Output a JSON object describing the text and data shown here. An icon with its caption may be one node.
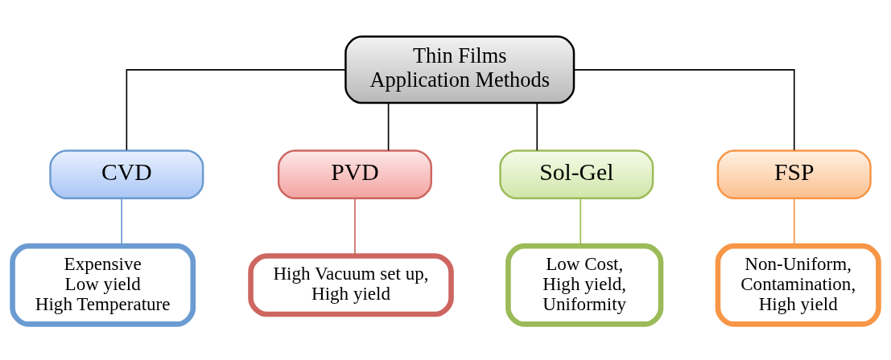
{
  "diagram": {
    "nodes": [
      {
        "text": [
          "Thin Films",
          "Application Methods"
        ]
      },
      {
        "text": [
          "CVD"
        ]
      },
      {
        "text": [
          "PVD"
        ]
      },
      {
        "text": [
          "Sol-Gel"
        ]
      },
      {
        "text": [
          "FSP"
        ]
      },
      {
        "text": [
          "Expensive",
          "Low yield",
          "High Temperature"
        ]
      },
      {
        "text": [
          "High Vacuum set up,",
          "High yield"
        ]
      },
      {
        "text": [
          "Low Cost,",
          "High yield,",
          "Uniformity"
        ]
      },
      {
        "text": [
          "Non-Uniform,",
          "Contamination,",
          "High yield"
        ]
      }
    ],
    "edges": [
      {
        "from": 0,
        "to": 1,
        "arrow": "none"
      },
      {
        "from": 0,
        "to": 2,
        "arrow": "none"
      },
      {
        "from": 0,
        "to": 3,
        "arrow": "none"
      },
      {
        "from": 0,
        "to": 4,
        "arrow": "none"
      },
      {
        "from": 1,
        "to": 5,
        "arrow": "none",
        "color": "#6b9bd1"
      },
      {
        "from": 2,
        "to": 6,
        "arrow": "none",
        "color": "#cd6660"
      },
      {
        "from": 3,
        "to": 7,
        "arrow": "none",
        "color": "#9bbb59"
      },
      {
        "from": 4,
        "to": 8,
        "arrow": "none",
        "color": "#f79646"
      }
    ]
  }
}
